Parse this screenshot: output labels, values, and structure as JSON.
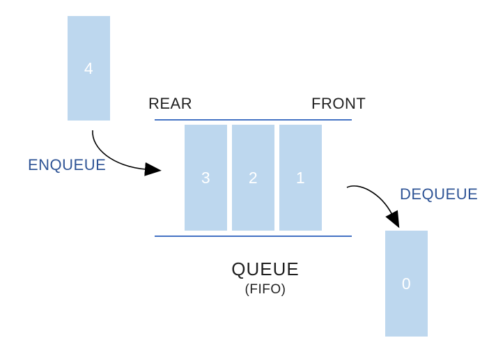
{
  "diagram": {
    "title": "QUEUE",
    "subtitle": "(FIFO)",
    "labels": {
      "rear": "REAR",
      "front": "FRONT",
      "enqueue": "ENQUEUE",
      "dequeue": "DEQUEUE"
    },
    "incoming_item": "4",
    "queue_items": [
      "3",
      "2",
      "1"
    ],
    "outgoing_item": "0",
    "colors": {
      "block_fill": "#BDD7EE",
      "block_text": "#FFFFFF",
      "outline_line": "#4472C4",
      "action_text": "#2F5496",
      "label_text": "#1F1F1F",
      "arrow": "#000000"
    }
  }
}
